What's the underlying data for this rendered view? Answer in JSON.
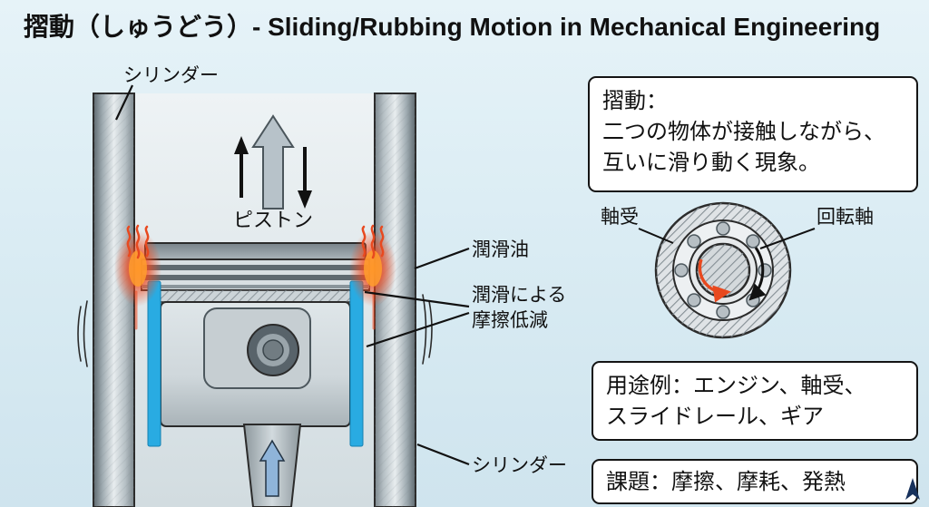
{
  "title": "摺動（しゅうどう）- Sliding/Rubbing Motion in Mechanical Engineering",
  "piston": {
    "cylinder_top": "シリンダー",
    "piston_label": "ピストン",
    "lubricant": "潤滑油",
    "friction1": "潤滑による",
    "friction2": "摩擦低減",
    "cylinder_bottom": "シリンダー"
  },
  "definition": {
    "line1": "摺動：",
    "line2": "二つの物体が接触しながら、",
    "line3": "互いに滑り動く現象。"
  },
  "bearing": {
    "bearing_label": "軸受",
    "shaft_label": "回転軸"
  },
  "usage": {
    "line1": "用途例：エンジン、軸受、",
    "line2": "スライドレール、ギア"
  },
  "issues": {
    "text": "課題：摩擦、摩耗、発熱"
  },
  "colors": {
    "background": "#d7eaf2",
    "lubricant_blue": "#29abe2",
    "heat_orange": "#f1481c",
    "outline": "#141414"
  }
}
